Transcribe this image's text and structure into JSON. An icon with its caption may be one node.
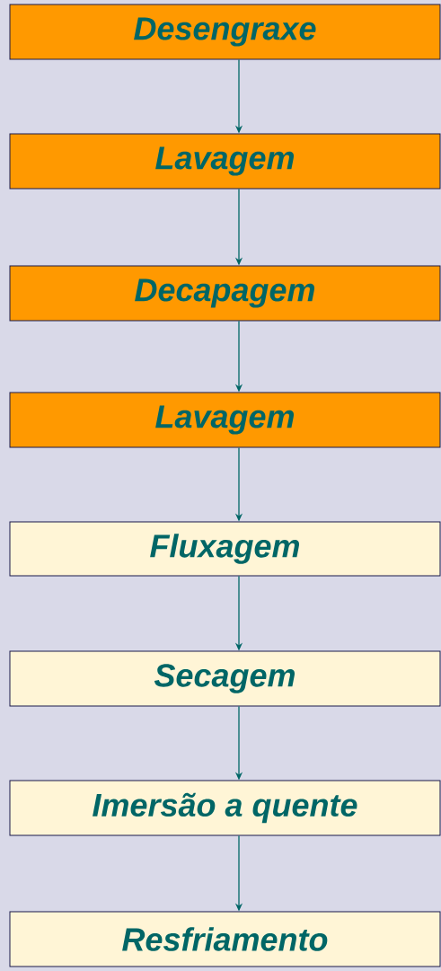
{
  "diagram": {
    "nodes": [
      {
        "text": [
          "Desengraxe"
        ]
      },
      {
        "text": [
          "Lavagem"
        ]
      },
      {
        "text": [
          "Decapagem"
        ]
      },
      {
        "text": [
          "Lavagem"
        ]
      },
      {
        "text": [
          "Fluxagem"
        ]
      },
      {
        "text": [
          "Secagem"
        ]
      },
      {
        "text": [
          "Imersão a quente"
        ]
      },
      {
        "text": [
          "Resfriamento"
        ]
      }
    ],
    "edges": [
      {
        "from": 0,
        "to": 1,
        "arrow": "to"
      },
      {
        "from": 1,
        "to": 2,
        "arrow": "to"
      },
      {
        "from": 2,
        "to": 3,
        "arrow": "to"
      },
      {
        "from": 3,
        "to": 4,
        "arrow": "to"
      },
      {
        "from": 4,
        "to": 5,
        "arrow": "to"
      },
      {
        "from": 5,
        "to": 6,
        "arrow": "to"
      },
      {
        "from": 6,
        "to": 7,
        "arrow": "to"
      }
    ]
  }
}
